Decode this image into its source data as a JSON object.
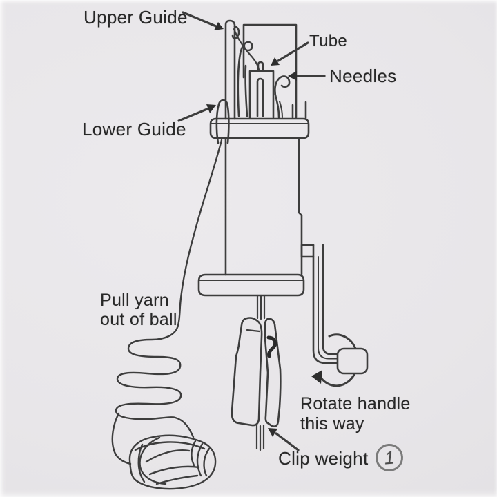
{
  "colors": {
    "background": "#e8e6e9",
    "line": "#3d3d3d",
    "arrow": "#2e2e2e",
    "text": "#282828",
    "badge_ring": "#7b7b7b",
    "badge_digit": "#4a4a4a"
  },
  "labels": {
    "upper_guide": "Upper Guide",
    "tube": "Tube",
    "needles": "Needles",
    "lower_guide": "Lower Guide",
    "pull_yarn": {
      "line1": "Pull yarn",
      "line2": "out of ball"
    },
    "rotate_handle": {
      "line1": "Rotate handle",
      "line2": "this way"
    },
    "clip_weight": "Clip weight",
    "step_badge": "1"
  }
}
